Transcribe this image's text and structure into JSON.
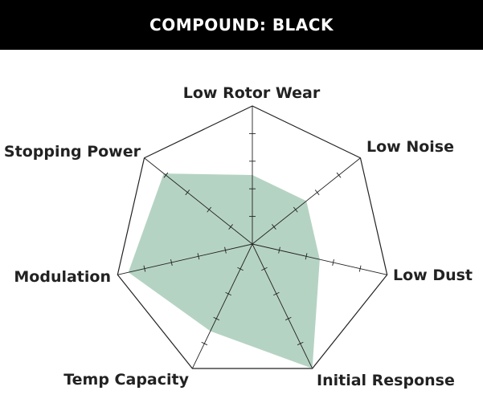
{
  "header": {
    "title": "COMPOUND: BLACK"
  },
  "colors": {
    "header_bg": "#000000",
    "header_text": "#ffffff",
    "fill": "#b5d3c3",
    "stroke": "#222222"
  },
  "chart_data": {
    "type": "radar",
    "title": "COMPOUND: BLACK",
    "axes": [
      "Low Rotor Wear",
      "Low Noise",
      "Low Dust",
      "Initial Response",
      "Temp Capacity",
      "Modulation",
      "Stopping Power"
    ],
    "scale": {
      "min": 0,
      "max": 5,
      "ticks": 5
    },
    "grid": "outer-polygon-only",
    "series": [
      {
        "values": [
          2.5,
          2.5,
          2.5,
          5,
          3.5,
          4.6,
          4.1
        ]
      }
    ]
  }
}
